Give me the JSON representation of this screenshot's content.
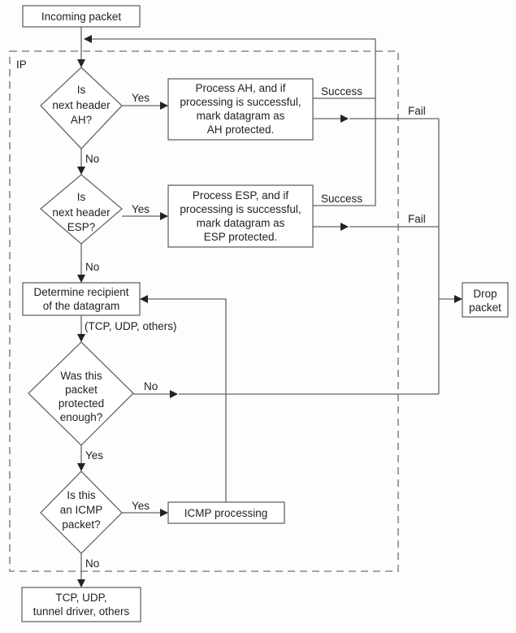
{
  "diagram": {
    "container_label": "IP",
    "nodes": {
      "incoming": {
        "lines": [
          "Incoming packet"
        ]
      },
      "q_ah": {
        "lines": [
          "Is",
          "next header",
          "AH?"
        ]
      },
      "proc_ah": {
        "lines": [
          "Process AH, and if",
          "processing is successful,",
          "mark datagram as",
          "AH protected."
        ]
      },
      "q_esp": {
        "lines": [
          "Is",
          "next header",
          "ESP?"
        ]
      },
      "proc_esp": {
        "lines": [
          "Process ESP, and if",
          "processing is successful,",
          "mark datagram as",
          "ESP protected."
        ]
      },
      "determine": {
        "lines": [
          "Determine recipient",
          "of the datagram"
        ]
      },
      "q_protected": {
        "lines": [
          "Was this",
          "packet",
          "protected",
          "enough?"
        ]
      },
      "q_icmp": {
        "lines": [
          "Is this",
          "an ICMP",
          "packet?"
        ]
      },
      "icmp_proc": {
        "lines": [
          "ICMP processing"
        ]
      },
      "drop": {
        "lines": [
          "Drop",
          "packet"
        ]
      },
      "upper": {
        "lines": [
          "TCP, UDP,",
          "tunnel driver, others"
        ]
      }
    },
    "edge_labels": {
      "ah_yes": "Yes",
      "ah_no": "No",
      "ah_success": "Success",
      "ah_fail": "Fail",
      "esp_yes": "Yes",
      "esp_no": "No",
      "esp_success": "Success",
      "esp_fail": "Fail",
      "recipient_types": "(TCP, UDP, others)",
      "protected_no": "No",
      "protected_yes": "Yes",
      "icmp_yes": "Yes",
      "icmp_no": "No"
    }
  }
}
